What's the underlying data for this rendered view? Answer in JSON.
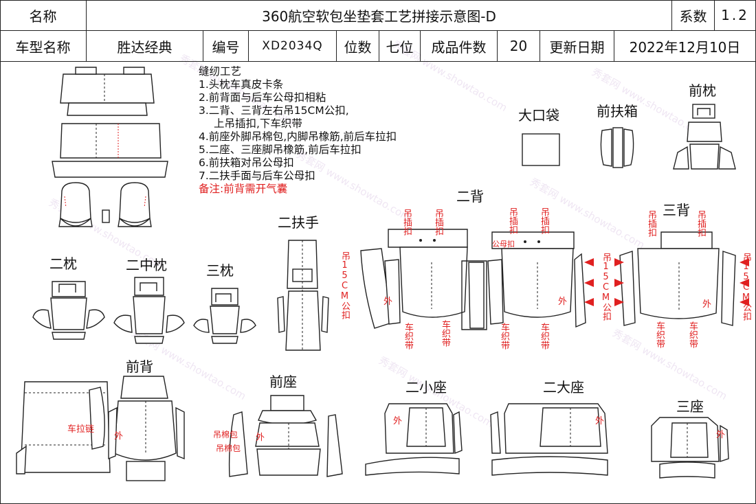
{
  "header": {
    "name_label": "名称",
    "title": "360航空软包坐垫套工艺拼接示意图-D",
    "coefficient_label": "系数",
    "coefficient_value": "1.2",
    "model_label": "车型名称",
    "model_value": "胜达经典",
    "code_label": "编号",
    "code_value": "XD2034Q",
    "seats_label": "位数",
    "seats_value": "七位",
    "pieces_label": "成品件数",
    "pieces_value": "20",
    "date_label": "更新日期",
    "date_value": "2022年12月10日"
  },
  "notes": {
    "title": "缝纫工艺",
    "items": [
      "1.头枕车真皮卡条",
      "2.前背面与后车公母扣相粘",
      "3.二背、三背左右吊15CM公扣,",
      "  上吊插扣,下车织带",
      "4.前座外脚吊棉包,内脚吊橡筋,前后车拉扣",
      "5.二座、三座脚吊橡筋,前后车拉扣",
      "6.前扶箱对吊公母扣",
      "7.二扶手面与后车公母扣"
    ],
    "remark": "备注:前背需开气囊"
  },
  "parts": {
    "big_pocket": "大口袋",
    "front_armbox": "前扶箱",
    "front_pillow": "前枕",
    "second_back": "二背",
    "third_back": "三背",
    "second_armrest": "二扶手",
    "second_pillow": "二枕",
    "second_mid_pillow": "二中枕",
    "third_pillow": "三枕",
    "front_back": "前背",
    "front_seat": "前座",
    "second_small_seat": "二小座",
    "second_big_seat": "二大座",
    "third_seat": "三座"
  },
  "annotations": {
    "hang_buckle": "吊插扣",
    "male_female_buckle": "公母扣",
    "hang_15cm": "吊15CM公扣",
    "outer": "外",
    "strap": "车织带",
    "zipper": "车拉链",
    "cotton_pack": "吊棉包"
  },
  "watermark": "秀套网 www.showtao.com",
  "colors": {
    "accent_red": "#e02020",
    "line": "#222222"
  }
}
